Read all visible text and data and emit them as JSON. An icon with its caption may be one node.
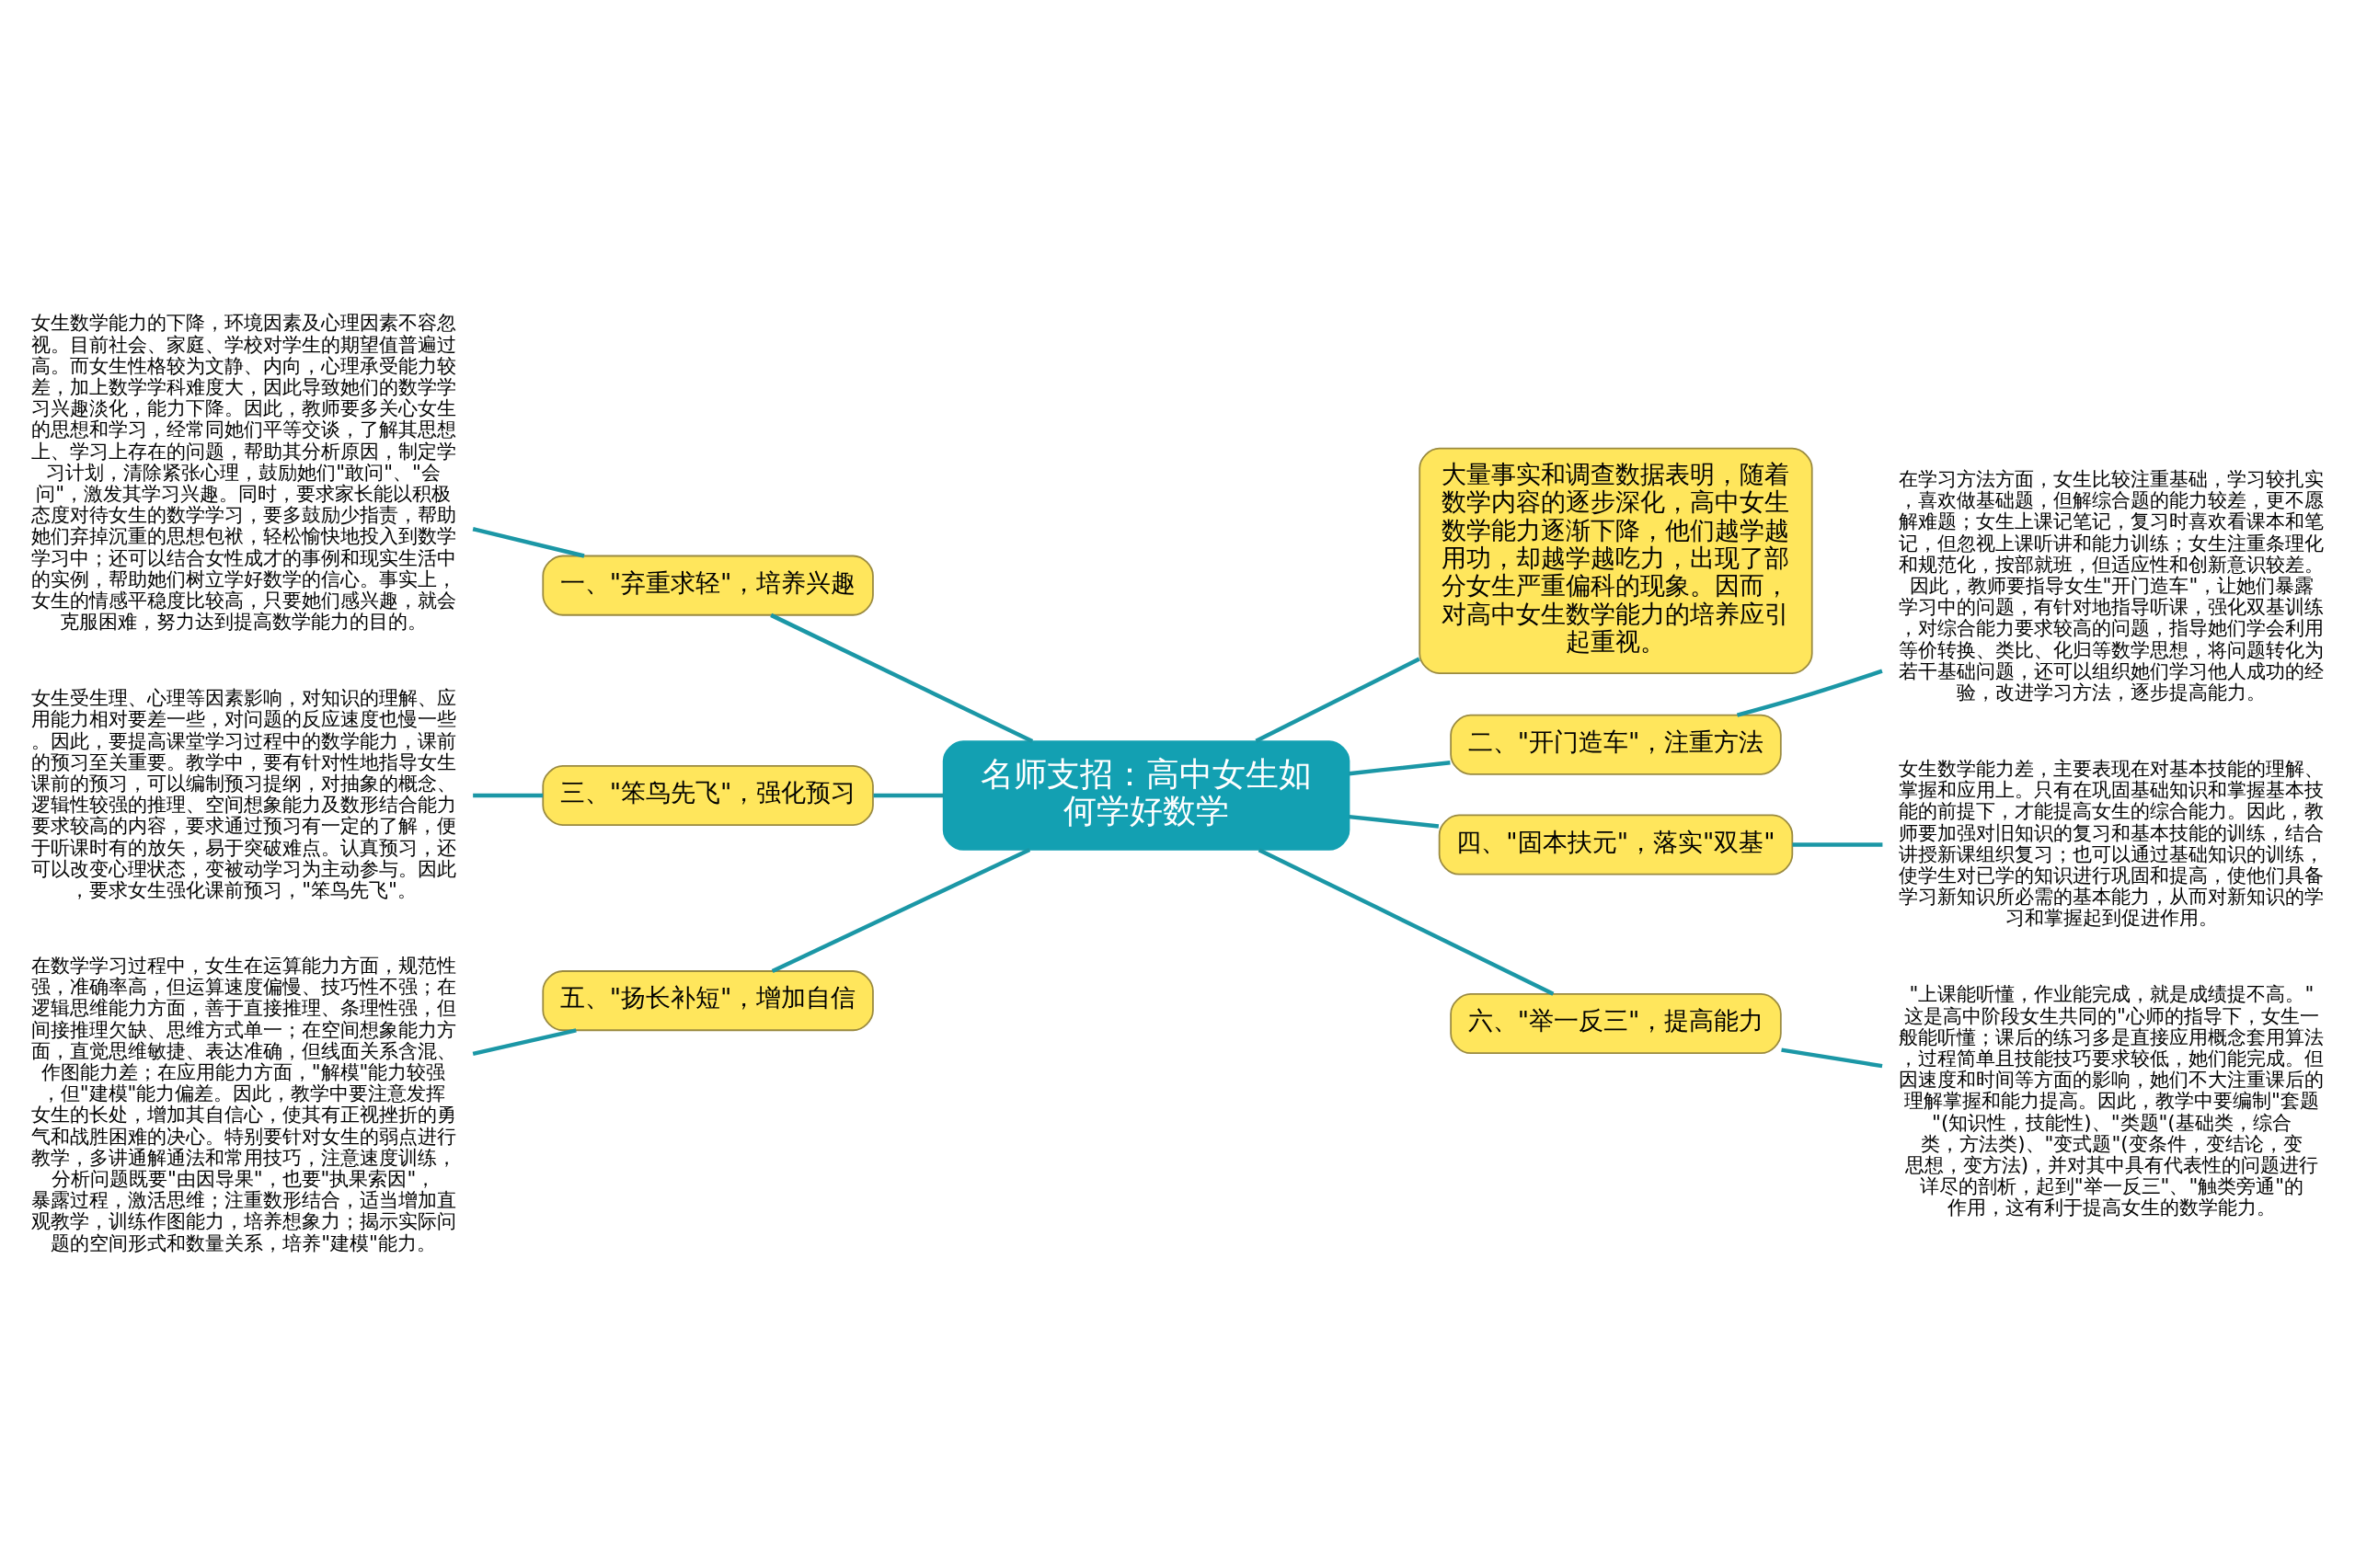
{
  "diagram": {
    "nodes": [
      {
        "text": [
          "名师支招：高中女生如何学好数学"
        ]
      },
      {
        "text": [
          "大量事实和调查数据表明，随着数学内容的逐步深化，高中女生数学能力逐渐下降，他们越学越用功，却越学越吃力，出现了部分女生严重偏科的现象。因而，对高中女生数学能力的培养应引起重视。"
        ]
      },
      {
        "text": [
          "一、\"弃重求轻\"，培养兴趣"
        ]
      },
      {
        "text": [
          "二、\"开门造车\"，注重方法"
        ]
      },
      {
        "text": [
          "三、\"笨鸟先飞\"，强化预习"
        ]
      },
      {
        "text": [
          "四、\"固本扶元\"，落实\"双基\""
        ]
      },
      {
        "text": [
          "五、\"扬长补短\"，增加自信"
        ]
      },
      {
        "text": [
          "六、\"举一反三\"，提高能力"
        ]
      },
      {
        "text": [
          "女生数学能力的下降，环境因素及心理因素不容忽视。目前社会、家庭、学校对学生的期望值普遍过高。而女生性格较为文静、内向，心理承受能力较差，加上数学学科难度大，因此导致她们的数学学习兴趣淡化，能力下降。因此，教师要多关心女生的思想和学习，经常同她们平等交谈，了解其思想上、学习上存在的问题，帮助其分析原因，制定学习计划，清除紧张心理，鼓励她们\"敢问\"、\"会问\"，激发其学习兴趣。同时，要求家长能以积极态度对待女生的数学学习，要多鼓励少指责，帮助她们弃掉沉重的思想包袱，轻松愉快地投入到数学学习中；还可以结合女性成才的事例和现实生活中的实例，帮助她们树立学好数学的信心。事实上，女生的情感平稳度比较高，只要她们感兴趣，就会克服困难，努力达到提高数学能力的目的。"
        ]
      },
      {
        "text": [
          "在学习方法方面，女生比较注重基础，学习较扎实，喜欢做基础题，但解综合题的能力较差，更不愿解难题；女生上课记笔记，复习时喜欢看课本和笔记，但忽视上课听讲和能力训练；女生注重条理化和规范化，按部就班，但适应性和创新意识较差。因此，教师要指导女生\"开门造车\"，让她们暴露学习中的问题，有针对地指导听课，强化双基训练，对综合能力要求较高的问题，指导她们学会利用等价转换、类比、化归等数学思想，将问题转化为若干基础问题，还可以组织她们学习他人成功的经验，改进学习方法，逐步提高能力。"
        ]
      },
      {
        "text": [
          "女生受生理、心理等因素影响，对知识的理解、应用能力相对要差一些，对问题的反应速度也慢一些。因此，要提高课堂学习过程中的数学能力，课前的预习至关重要。教学中，要有针对性地指导女生课前的预习，可以编制预习提纲，对抽象的概念、逻辑性较强的推理、空间想象能力及数形结合能力要求较高的内容，要求通过预习有一定的了解，便于听课时有的放矢，易于突破难点。认真预习，还可以改变心理状态，变被动学习为主动参与。因此，要求女生强化课前预习，\"笨鸟先飞\"。"
        ]
      },
      {
        "text": [
          "女生数学能力差，主要表现在对基本技能的理解、掌握和应用上。只有在巩固基础知识和掌握基本技能的前提下，才能提高女生的综合能力。因此，教师要加强对旧知识的复习和基本技能的训练，结合讲授新课组织复习；也可以通过基础知识的训练，使学生对已学的知识进行巩固和提高，使他们具备学习新知识所必需的基本能力，从而对新知识的学习和掌握起到促进作用。"
        ]
      },
      {
        "text": [
          "在数学学习过程中，女生在运算能力方面，规范性强，准确率高，但运算速度偏慢、技巧性不强；在逻辑思维能力方面，善于直接推理、条理性强，但间接推理欠缺、思维方式单一；在空间想象能力方面，直觉思维敏捷、表达准确，但线面关系含混、作图能力差；在应用能力方面，\"解模\"能力较强，但\"建模\"能力偏差。因此，教学中要注意发挥女生的长处，增加其自信心，使其有正视挫折的勇气和战胜困难的决心。特别要针对女生的弱点进行教学，多讲通解通法和常用技巧，注意速度训练，分析问题既要\"由因导果\"，也要\"执果索因\"，暴露过程，激活思维；注重数形结合，适当增加直观教学，训练作图能力，培养想象力；揭示实际问题的空间形式和数量关系，培养\"建模\"能力。"
        ]
      },
      {
        "text": [
          "\"上课能听懂，作业能完成，就是成绩提不高。\"这是高中阶段女生共同的\"心师的指导下，女生一般能听懂；课后的练习多是直接应用概念套用算法，过程简单且技能技巧要求较低，她们能完成。但因速度和时间等方面的影响，她们不大注重课后的理解掌握和能力提高。因此，教学中要编制\"套题\"(知识性，技能性)、\"类题\"(基础类，综合类，方法类)、\"变式题\"(变条件，变结论，变思想，变方法)，并对其中具有代表性的问题进行详尽的剖析，起到\"举一反三\"、\"触类旁通\"的作用，这有利于提高女生的数学能力。"
        ]
      }
    ],
    "edges": [
      {
        "from": 0,
        "to": 1,
        "arrow": "none"
      },
      {
        "from": 0,
        "to": 2,
        "arrow": "none"
      },
      {
        "from": 0,
        "to": 3,
        "arrow": "none"
      },
      {
        "from": 0,
        "to": 4,
        "arrow": "none"
      },
      {
        "from": 0,
        "to": 5,
        "arrow": "none"
      },
      {
        "from": 0,
        "to": 6,
        "arrow": "none"
      },
      {
        "from": 0,
        "to": 7,
        "arrow": "none"
      },
      {
        "from": 2,
        "to": 8,
        "arrow": "none"
      },
      {
        "from": 3,
        "to": 9,
        "arrow": "none"
      },
      {
        "from": 4,
        "to": 10,
        "arrow": "none"
      },
      {
        "from": 5,
        "to": 11,
        "arrow": "none"
      },
      {
        "from": 6,
        "to": 12,
        "arrow": "none"
      },
      {
        "from": 7,
        "to": 13,
        "arrow": "none"
      }
    ]
  }
}
